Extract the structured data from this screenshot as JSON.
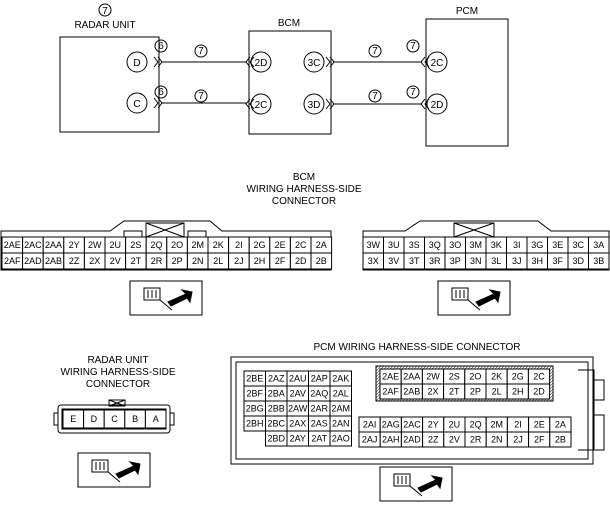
{
  "schematic": {
    "circle_top": "7",
    "radar_unit_title": "RADAR UNIT",
    "bcm_title": "BCM",
    "pcm_title": "PCM",
    "wire_num_6": "6",
    "wire_num_7": "7",
    "radar_pins": [
      "D",
      "C"
    ],
    "bcm_left_pins": [
      "2D",
      "2C"
    ],
    "bcm_right_pins": [
      "3C",
      "3D"
    ],
    "pcm_pins": [
      "2C",
      "2D"
    ]
  },
  "bcm_connector": {
    "title_lines": [
      "BCM",
      "WIRING HARNESS-SIDE",
      "CONNECTOR"
    ],
    "left_rows": [
      [
        "2AE",
        "2AC",
        "2AA",
        "2Y",
        "2W",
        "2U",
        "2S",
        "2Q",
        "2O",
        "2M",
        "2K",
        "2I",
        "2G",
        "2E",
        "2C",
        "2A"
      ],
      [
        "2AF",
        "2AD",
        "2AB",
        "2Z",
        "2X",
        "2V",
        "2T",
        "2R",
        "2P",
        "2N",
        "2L",
        "2J",
        "2H",
        "2F",
        "2D",
        "2B"
      ]
    ],
    "right_rows": [
      [
        "3W",
        "3U",
        "3S",
        "3Q",
        "3O",
        "3M",
        "3K",
        "3I",
        "3G",
        "3E",
        "3C",
        "3A"
      ],
      [
        "3X",
        "3V",
        "3T",
        "3R",
        "3P",
        "3N",
        "3L",
        "3J",
        "3H",
        "3F",
        "3D",
        "3B"
      ]
    ]
  },
  "radar_connector": {
    "title_lines": [
      "RADAR UNIT",
      "WIRING HARNESS-SIDE",
      "CONNECTOR"
    ],
    "pins": [
      "E",
      "D",
      "C",
      "B",
      "A"
    ]
  },
  "pcm_connector": {
    "title": "PCM WIRING HARNESS-SIDE CONNECTOR",
    "left_block": [
      [
        "2BE",
        "2AZ",
        "2AU",
        "2AP",
        "2AK"
      ],
      [
        "2BF",
        "2BA",
        "2AV",
        "2AQ",
        "2AL"
      ],
      [
        "2BG",
        "2BB",
        "2AW",
        "2AR",
        "2AM"
      ],
      [
        "2BH",
        "2BC",
        "2AX",
        "2AS",
        "2AN"
      ],
      [
        "",
        "2BD",
        "2AY",
        "2AT",
        "2AO"
      ]
    ],
    "top_right_rows": [
      [
        "2AE",
        "2AA",
        "2W",
        "2S",
        "2O",
        "2K",
        "2G",
        "2C"
      ],
      [
        "2AF",
        "2AB",
        "2X",
        "2T",
        "2P",
        "2L",
        "2H",
        "2D"
      ]
    ],
    "bottom_right_rows": [
      [
        "2AI",
        "2AG",
        "2AC",
        "2Y",
        "2U",
        "2Q",
        "2M",
        "2I",
        "2E",
        "2A"
      ],
      [
        "2AJ",
        "2AH",
        "2AD",
        "2Z",
        "2V",
        "2R",
        "2N",
        "2J",
        "2F",
        "2B"
      ]
    ]
  },
  "colors": {
    "line": "#000000",
    "background": "#ffffff",
    "hatch": "#555555"
  }
}
